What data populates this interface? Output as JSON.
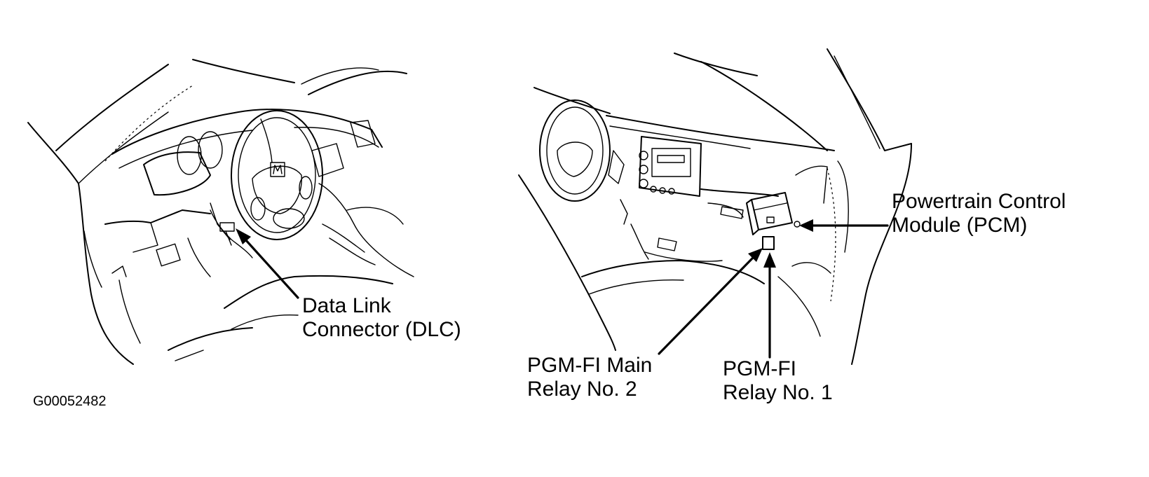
{
  "callouts": {
    "dlc_line1": "Data Link",
    "dlc_line2": "Connector (DLC)",
    "pcm_line1": "Powertrain Control",
    "pcm_line2": "Module (PCM)",
    "main_relay_line1": "PGM-FI Main",
    "main_relay_line2": "Relay No. 2",
    "relay1_line1": "PGM-FI",
    "relay1_line2": "Relay No. 1"
  },
  "figure_code": "G00052482",
  "colors": {
    "ink": "#000000",
    "paper": "#ffffff"
  }
}
